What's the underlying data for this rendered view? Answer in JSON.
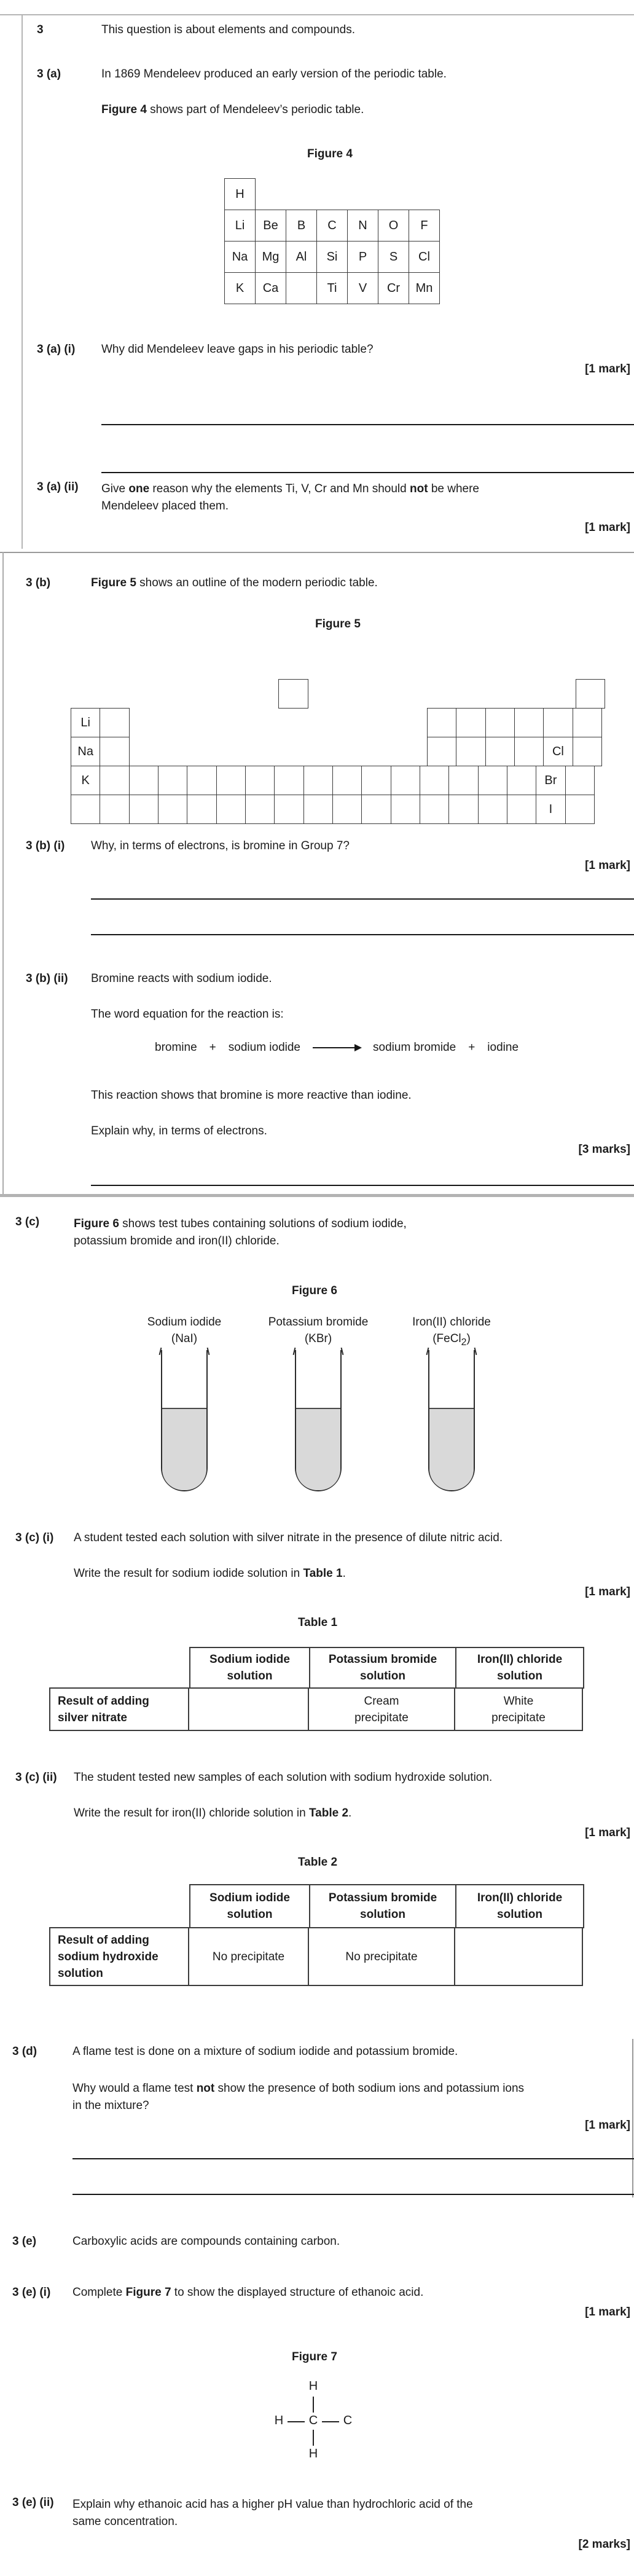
{
  "doc": {
    "q3": {
      "num": "3",
      "text": "This question is about elements and compounds."
    },
    "q3a": {
      "num": "3 (a)",
      "text": "In 1869 Mendeleev produced an early version of the periodic table.",
      "figref": [
        {
          "t": "Figure 4",
          "b": true
        },
        {
          "t": " shows part of Mendeleev’s periodic table."
        }
      ]
    },
    "fig4": {
      "title": "Figure 4",
      "rows": [
        [
          "H",
          "",
          "",
          "",
          "",
          "",
          ""
        ],
        [
          "Li",
          "Be",
          "B",
          "C",
          "N",
          "O",
          "F"
        ],
        [
          "Na",
          "Mg",
          "Al",
          "Si",
          "P",
          "S",
          "Cl"
        ],
        [
          "K",
          "Ca",
          "",
          "Ti",
          "V",
          "Cr",
          "Mn"
        ]
      ]
    },
    "q3ai": {
      "num": "3 (a) (i)",
      "text": "Why did Mendeleev leave gaps in his periodic table?",
      "marks": "[1 mark]"
    },
    "q3aii": {
      "num": "3 (a) (ii)",
      "line1": [
        {
          "t": "Give "
        },
        {
          "t": "one",
          "b": true
        },
        {
          "t": " reason why the elements Ti, V, Cr and Mn should "
        },
        {
          "t": "not",
          "b": true
        },
        {
          "t": " be where"
        }
      ],
      "line2": "Mendeleev placed them.",
      "marks": "[1 mark]"
    },
    "q3b": {
      "num": "3 (b)",
      "figref": [
        {
          "t": "Figure 5",
          "b": true
        },
        {
          "t": " shows an outline of the modern periodic table."
        }
      ]
    },
    "fig5": {
      "title": "Figure 5",
      "symbols": {
        "li": "Li",
        "na": "Na",
        "k": "K",
        "cl": "Cl",
        "br": "Br",
        "i": "I"
      }
    },
    "q3bi": {
      "num": "3 (b) (i)",
      "text": "Why, in terms of electrons, is bromine in Group 7?",
      "marks": "[1 mark]"
    },
    "q3bii": {
      "num": "3 (b) (ii)",
      "text": "Bromine reacts with sodium iodide.",
      "intro": "The word equation for the reaction is:",
      "equation": {
        "r1": "bromine",
        "plus1": "+",
        "r2": "sodium iodide",
        "p1": "sodium bromide",
        "plus2": "+",
        "p2": "iodine"
      },
      "shows": "This reaction shows that bromine is more reactive than iodine.",
      "explain": "Explain why, in terms of electrons.",
      "marks": "[3 marks]"
    },
    "q3c": {
      "num": "3 (c)",
      "line1": [
        {
          "t": "Figure 6",
          "b": true
        },
        {
          "t": " shows test tubes containing solutions of sodium iodide,"
        }
      ],
      "line2": "potassium bromide and iron(II) chloride."
    },
    "fig6": {
      "title": "Figure 6",
      "tubes": [
        {
          "name": "Sodium iodide",
          "formula": [
            {
              "t": "(NaI)"
            }
          ]
        },
        {
          "name": "Potassium bromide",
          "formula": [
            {
              "t": "(KBr)"
            }
          ]
        },
        {
          "name": "Iron(II) chloride",
          "formula": [
            {
              "t": "(FeCl"
            },
            {
              "t": "2",
              "sub": true
            },
            {
              "t": ")"
            }
          ]
        }
      ]
    },
    "q3ci": {
      "num": "3 (c) (i)",
      "text": "A student tested each solution with silver nitrate in the presence of dilute nitric acid.",
      "write": [
        {
          "t": "Write the result for sodium iodide solution in "
        },
        {
          "t": "Table 1",
          "b": true
        },
        {
          "t": "."
        }
      ],
      "marks": "[1 mark]"
    },
    "table1": {
      "title": "Table 1",
      "headers": [
        [
          "Sodium iodide",
          "solution"
        ],
        [
          "Potassium bromide",
          "solution"
        ],
        [
          "Iron(II) chloride",
          "solution"
        ]
      ],
      "row_label": [
        "Result of adding",
        "silver nitrate"
      ],
      "values": [
        [],
        [
          "Cream",
          "precipitate"
        ],
        [
          "White",
          "precipitate"
        ]
      ]
    },
    "q3cii": {
      "num": "3 (c) (ii)",
      "text": "The student tested new samples of each solution with sodium hydroxide solution.",
      "write": [
        {
          "t": "Write the result for iron(II) chloride solution in "
        },
        {
          "t": "Table 2",
          "b": true
        },
        {
          "t": "."
        }
      ],
      "marks": "[1 mark]"
    },
    "table2": {
      "title": "Table 2",
      "headers": [
        [
          "Sodium iodide",
          "solution"
        ],
        [
          "Potassium bromide",
          "solution"
        ],
        [
          "Iron(II) chloride",
          "solution"
        ]
      ],
      "row_label": [
        "Result of adding",
        "sodium hydroxide",
        "solution"
      ],
      "values": [
        [
          "No precipitate"
        ],
        [
          "No precipitate"
        ],
        []
      ]
    },
    "q3d": {
      "num": "3 (d)",
      "text": "A flame test is done on a mixture of sodium iodide and potassium bromide.",
      "line1": [
        {
          "t": "Why would a flame test "
        },
        {
          "t": "not",
          "b": true
        },
        {
          "t": " show the presence of both sodium ions and potassium ions"
        }
      ],
      "line2": "in the mixture?",
      "marks": "[1 mark]"
    },
    "q3e": {
      "num": "3 (e)",
      "text": "Carboxylic acids are compounds containing carbon."
    },
    "q3ei": {
      "num": "3 (e) (i)",
      "line": [
        {
          "t": "Complete "
        },
        {
          "t": "Figure 7",
          "b": true
        },
        {
          "t": " to show the displayed structure of ethanoic acid."
        }
      ],
      "marks": "[1 mark]"
    },
    "fig7": {
      "title": "Figure 7",
      "atoms": {
        "top": "H",
        "left": "H",
        "c1": "C",
        "c2": "C",
        "bottom": "H"
      }
    },
    "q3eii": {
      "num": "3 (e) (ii)",
      "line1": "Explain why ethanoic acid has a higher pH value than hydrochloric acid of the",
      "line2": "same concentration.",
      "marks": "[2 marks]"
    }
  }
}
